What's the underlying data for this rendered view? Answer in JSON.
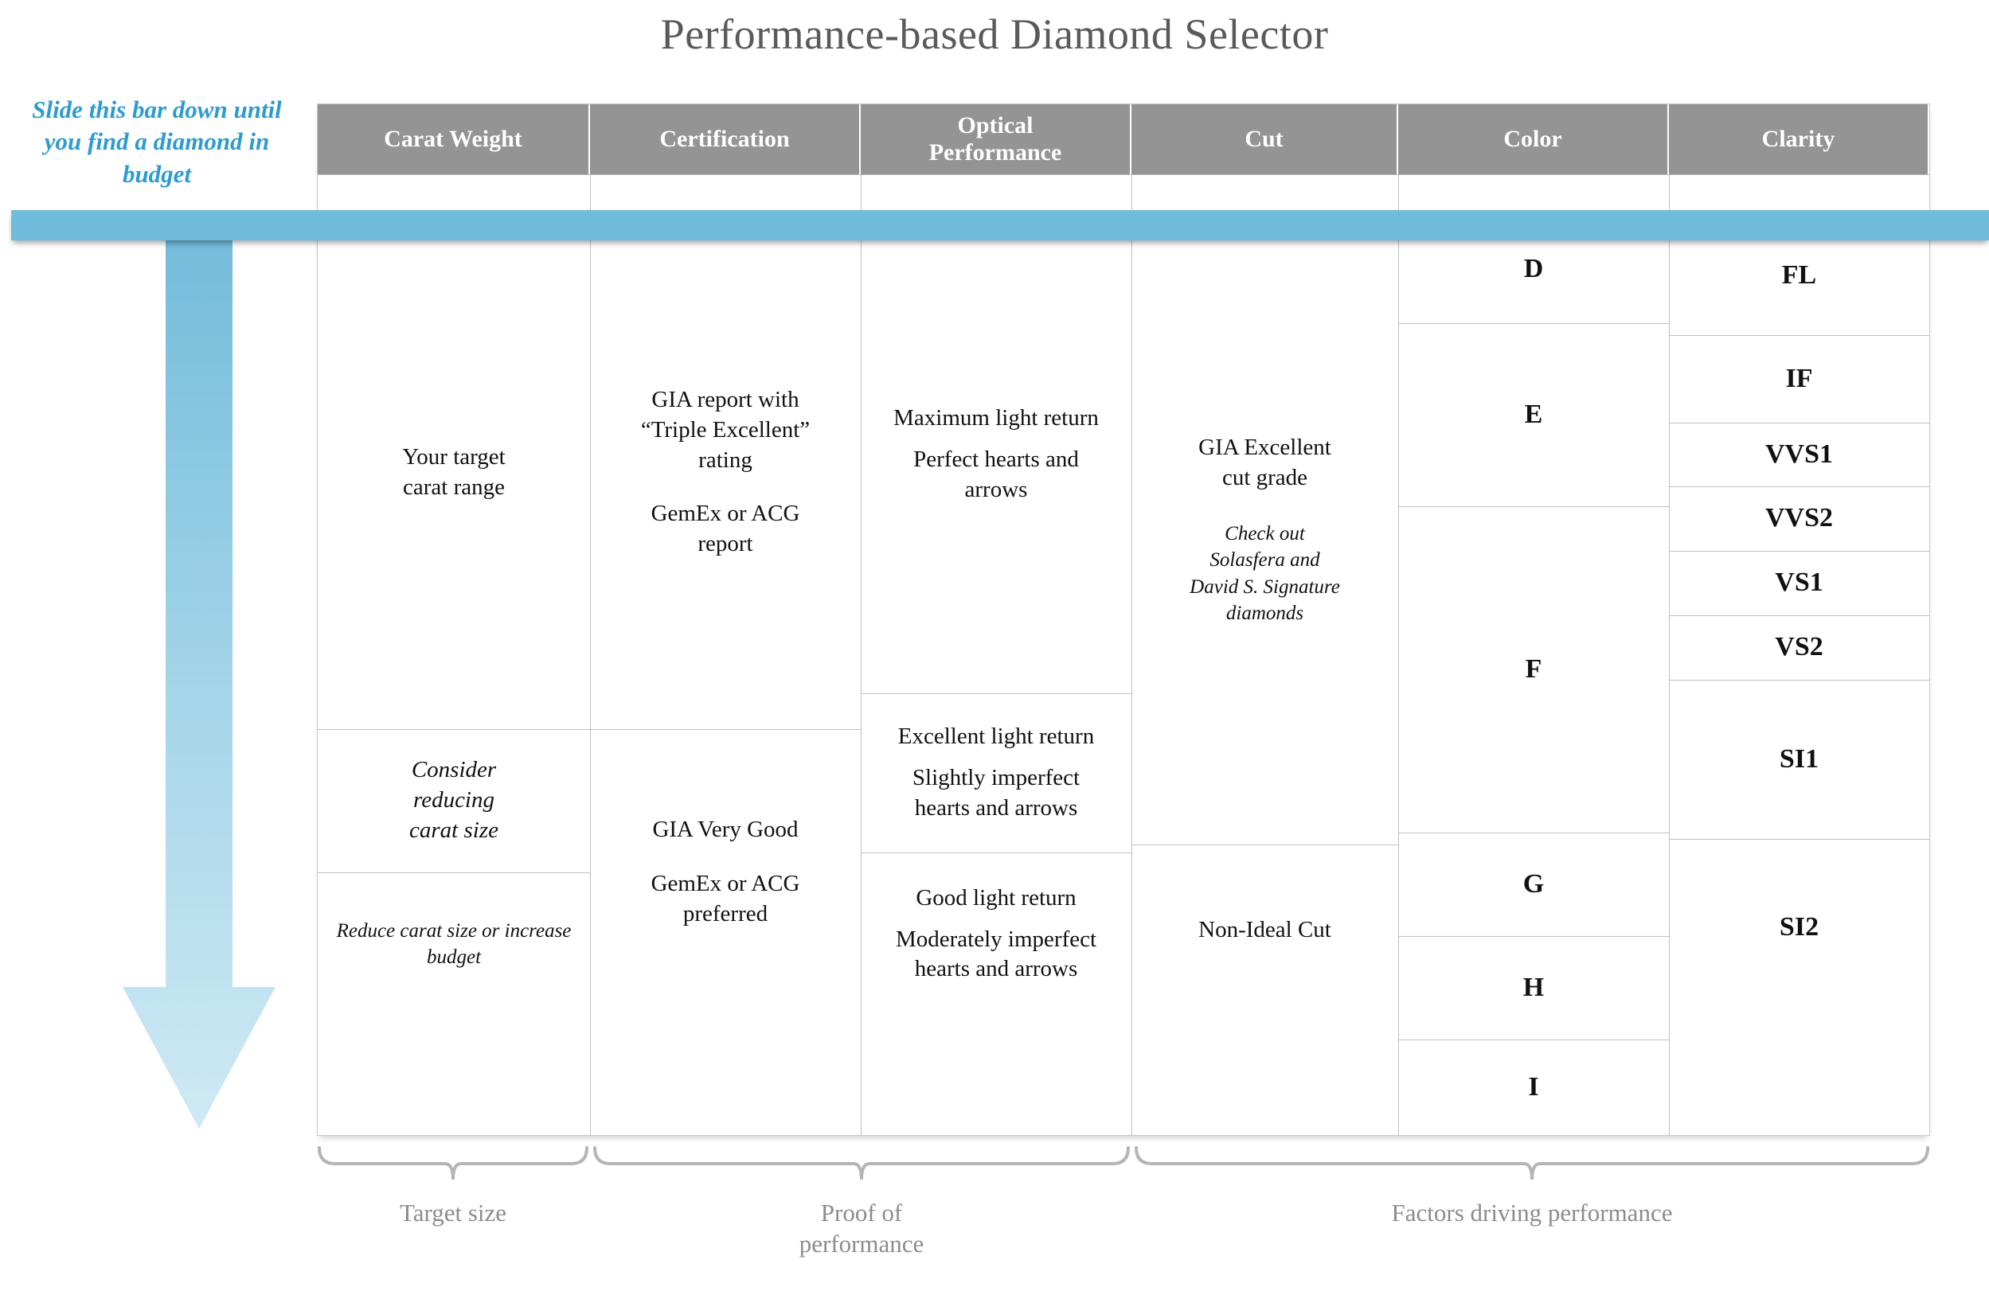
{
  "title": "Performance-based Diamond Selector",
  "slider": {
    "instruction": "Slide this bar down until you find a diamond in budget",
    "bar_color": "#6fbcdc",
    "instruction_color": "#2e9bd0",
    "arrow_icon": "down-arrow-icon"
  },
  "table": {
    "header_bg": "#949494",
    "headers": [
      {
        "label": "Carat Weight"
      },
      {
        "label": "Certification"
      },
      {
        "label": "Optical\nPerformance"
      },
      {
        "label": "Cut"
      },
      {
        "label": "Color"
      },
      {
        "label": "Clarity"
      }
    ],
    "carat_weight": [
      {
        "lines": [
          "Your target",
          "carat range"
        ],
        "style": "normal"
      },
      {
        "lines": [
          "Consider",
          "reducing",
          "carat size"
        ],
        "style": "italic"
      },
      {
        "lines": [
          "Reduce carat size or increase",
          "budget"
        ],
        "style": "italic"
      }
    ],
    "certification": [
      {
        "lines": [
          "GIA report with",
          "“Triple Excellent”",
          "rating"
        ],
        "lines2": [
          "GemEx or ACG",
          "report"
        ],
        "style": "normal"
      },
      {
        "lines": [
          "GIA Very Good"
        ],
        "lines2": [
          "GemEx or ACG",
          "preferred"
        ],
        "style": "normal"
      }
    ],
    "optical_performance": [
      {
        "lines": [
          "Maximum light return"
        ],
        "lines2": [
          "Perfect hearts and",
          "arrows"
        ]
      },
      {
        "lines": [
          "Excellent light return"
        ],
        "lines2": [
          "Slightly imperfect",
          "hearts and arrows"
        ]
      },
      {
        "lines": [
          "Good light return"
        ],
        "lines2": [
          "Moderately imperfect",
          "hearts and arrows"
        ]
      }
    ],
    "cut": [
      {
        "lines": [
          "GIA Excellent",
          "cut grade"
        ],
        "note": [
          "Check out",
          "Solasfera and",
          "David S. Signature",
          "diamonds"
        ]
      },
      {
        "lines": [
          "Non-Ideal Cut"
        ],
        "note": []
      }
    ],
    "color": [
      "D",
      "E",
      "F",
      "G",
      "H",
      "I"
    ],
    "clarity": [
      "FL",
      "IF",
      "VVS1",
      "VVS2",
      "VS1",
      "VS2",
      "SI1",
      "SI2"
    ]
  },
  "brackets": [
    {
      "label": "Target size"
    },
    {
      "label": "Proof of\nperformance"
    },
    {
      "label": "Factors driving performance"
    }
  ]
}
